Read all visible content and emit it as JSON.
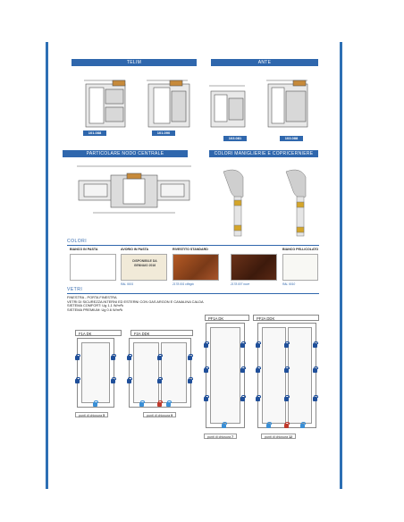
{
  "profiles": {
    "left_title": "TELIM",
    "right_title": "ANTE",
    "codes": [
      "101.088",
      "101.090",
      "103.081",
      "103.088"
    ]
  },
  "detail": {
    "node_title": "PARTICOLARE NODO CENTRALE",
    "handles_title": "COLORI MANIGLIERIE E COPRICERNIERE"
  },
  "colori": {
    "title": "COLORI",
    "swatches": [
      {
        "label": "BIANCO IN PASTA",
        "code": "",
        "color": "#ffffff"
      },
      {
        "label": "AVORIO IN PASTA",
        "code": "RAL 9001",
        "color": "#f1ead8",
        "note": "DISPONIBILE DA GENNAIO 2016"
      },
      {
        "label": "RIVESTITO STANDARD",
        "code": "2178.001 ciliegio",
        "color": "#9a4e1f"
      },
      {
        "label": "",
        "code": "2178.007 noce",
        "color": "#5c2b17"
      },
      {
        "label": "BIANCO PELLICOLATO",
        "code": "RAL 9010",
        "color": "#f8f8f4"
      }
    ]
  },
  "vetri": {
    "title": "VETRI",
    "lines": [
      "FINESTRA - PORTA FINESTRA",
      "VETRI DI SICUREZZA INTERNI ED ESTERNI CON GAS ARGON E CANALINA CALDA",
      "SISTEMA COMFORT: Ug 1,1 W/m²k",
      "SISTEMA PREMIUM: Ug 0.6 W/m²k"
    ]
  },
  "windows": [
    {
      "name": "F1A DK",
      "closure_label": "punti di chiusura",
      "closure_count": "5"
    },
    {
      "name": "F2A DDK",
      "closure_label": "punti di chiusura",
      "closure_count": "9"
    },
    {
      "name": "PF1A DK",
      "closure_label": "punti di chiusura",
      "closure_count": "7"
    },
    {
      "name": "PF2A DDK",
      "closure_label": "punti di chiusura",
      "closure_count": "12"
    }
  ]
}
